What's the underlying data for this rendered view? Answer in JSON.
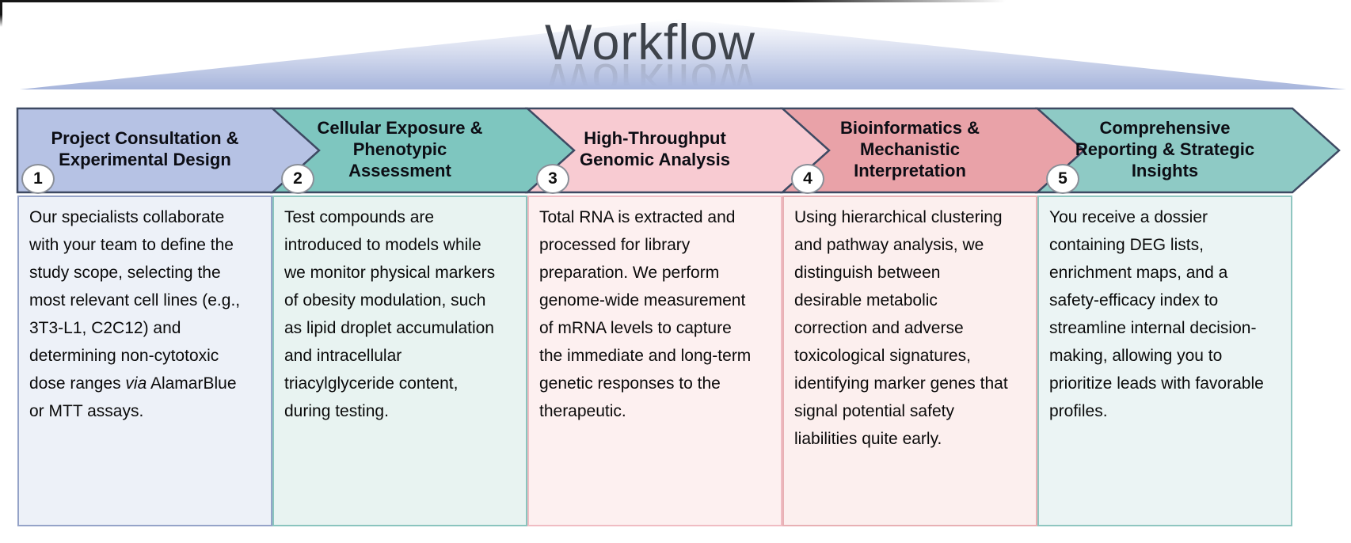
{
  "title": "Workflow",
  "colors": {
    "banner_top": "#ffffff",
    "banner_bottom": "#a7b5dc",
    "arrow_border": "#3e4a63",
    "circle_border": "#8a8f98",
    "title_color": "#3e434b"
  },
  "steps": [
    {
      "number": "1",
      "heading_lines": [
        "Project Consultation &",
        "Experimental Design"
      ],
      "arrow_fill": "#b6c2e4",
      "box_bg": "#edf1f8",
      "box_border": "#95a3c8",
      "body": [
        {
          "text": "Our specialists collaborate with your team to define the study scope, selecting the most relevant cell lines (e.g., 3T3-L1, C2C12) and determining non-cytotoxic dose ranges "
        },
        {
          "text": "via",
          "italic": true
        },
        {
          "text": " AlamarBlue or MTT assays."
        }
      ]
    },
    {
      "number": "2",
      "heading_lines": [
        "Cellular Exposure &",
        "Phenotypic",
        "Assessment"
      ],
      "arrow_fill": "#7ec6bf",
      "box_bg": "#e8f3f1",
      "box_border": "#8ac4be",
      "body": [
        {
          "text": "Test compounds are introduced to models while we monitor physical markers of obesity modulation, such as lipid droplet accumulation and intracellular triacylglyceride content, during testing."
        }
      ]
    },
    {
      "number": "3",
      "heading_lines": [
        "High-Throughput",
        "Genomic Analysis"
      ],
      "arrow_fill": "#f8cbd2",
      "box_bg": "#fdf0f0",
      "box_border": "#f0bcc3",
      "body": [
        {
          "text": "Total RNA is extracted and processed for library preparation. We perform genome-wide measurement of mRNA levels to capture the immediate and long-term genetic responses to the therapeutic."
        }
      ]
    },
    {
      "number": "4",
      "heading_lines": [
        "Bioinformatics &",
        "Mechanistic",
        "Interpretation"
      ],
      "arrow_fill": "#e9a2a8",
      "box_bg": "#fcefee",
      "box_border": "#e8b0b4",
      "body": [
        {
          "text": "Using hierarchical clustering and pathway analysis, we distinguish between desirable metabolic correction and adverse toxicological signatures, identifying marker genes that signal potential safety liabilities quite early."
        }
      ]
    },
    {
      "number": "5",
      "heading_lines": [
        "Comprehensive",
        "Reporting & Strategic",
        "Insights"
      ],
      "arrow_fill": "#8ecac5",
      "box_bg": "#ebf4f4",
      "box_border": "#8fc6c0",
      "body": [
        {
          "text": "You receive a dossier containing DEG lists, enrichment maps, and a safety-efficacy index to streamline internal decision-making, allowing you to prioritize leads with favorable profiles."
        }
      ]
    }
  ]
}
